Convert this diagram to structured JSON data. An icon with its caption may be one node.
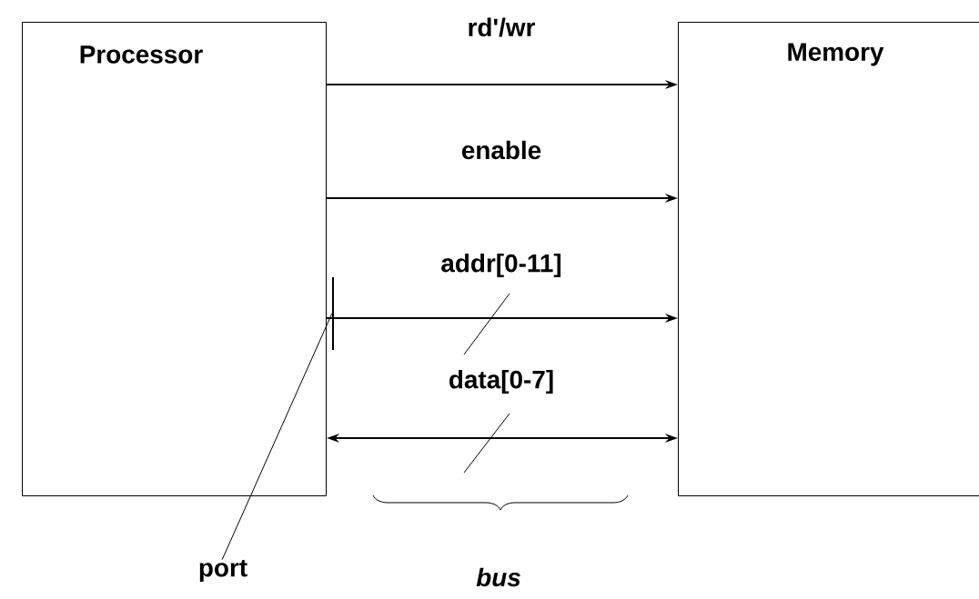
{
  "diagram": {
    "nodes": [
      {
        "text": [
          "Processor"
        ]
      },
      {
        "text": [
          "Memory"
        ]
      },
      {
        "text": [
          "port"
        ]
      },
      {
        "text": [],
        "shape": "bar"
      }
    ],
    "edges": [
      {
        "from": 0,
        "to": 1,
        "arrow": "to",
        "label": "rd'/wr"
      },
      {
        "from": 0,
        "to": 1,
        "arrow": "to",
        "label": "enable"
      },
      {
        "from": 0,
        "to": 1,
        "arrow": "to",
        "label": "addr[0-11]"
      },
      {
        "from": 0,
        "to": 1,
        "arrow": "both",
        "label": "data[0-7]"
      },
      {
        "from": 2,
        "to": 3,
        "arrow": "none"
      }
    ],
    "labels": [
      "bus"
    ]
  }
}
